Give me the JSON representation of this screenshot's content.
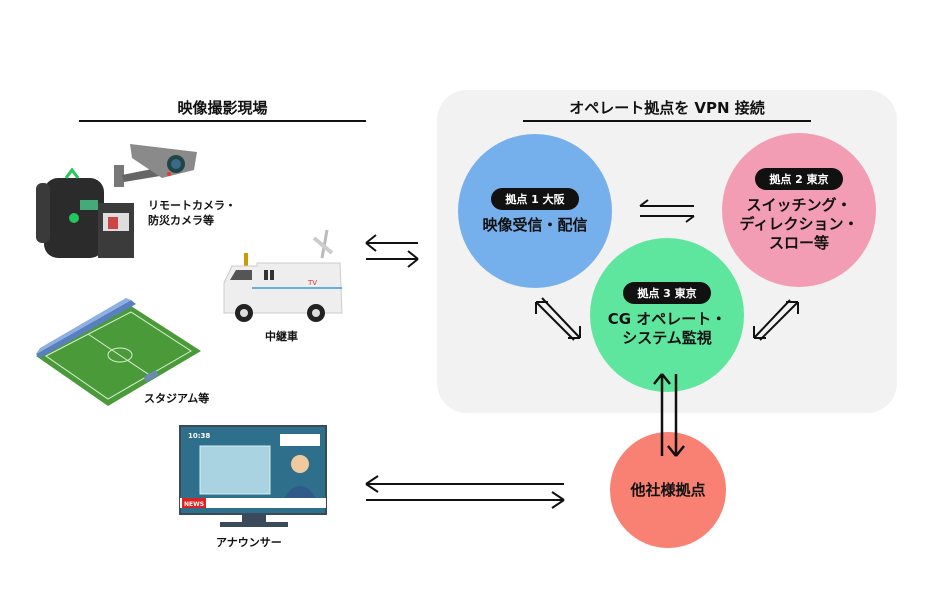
{
  "left_section": {
    "title": "映像撮影現場",
    "items": [
      {
        "label_line1": "リモートカメラ・",
        "label_line2": "防災カメラ等"
      },
      {
        "label": "中継車"
      },
      {
        "label": "スタジアム等"
      },
      {
        "label": "アナウンサー"
      }
    ]
  },
  "right_section": {
    "title": "オペレート拠点を VPN 接続",
    "sites": [
      {
        "badge": "拠点 1 大阪",
        "lines": [
          "映像受信・配信"
        ],
        "color": "#76b0ec"
      },
      {
        "badge": "拠点 2 東京",
        "lines": [
          "スイッチング・",
          "ディレクション・",
          "スロー等"
        ],
        "color": "#f29db3"
      },
      {
        "badge": "拠点 3 東京",
        "lines": [
          "CG オペレート・",
          "システム監視"
        ],
        "color": "#5ee69f"
      }
    ]
  },
  "partner": {
    "label": "他社様拠点",
    "color": "#f98173"
  },
  "monitor": {
    "clock": "10:38",
    "ticker": "NEWS"
  },
  "truck": {
    "logo": "TV"
  }
}
